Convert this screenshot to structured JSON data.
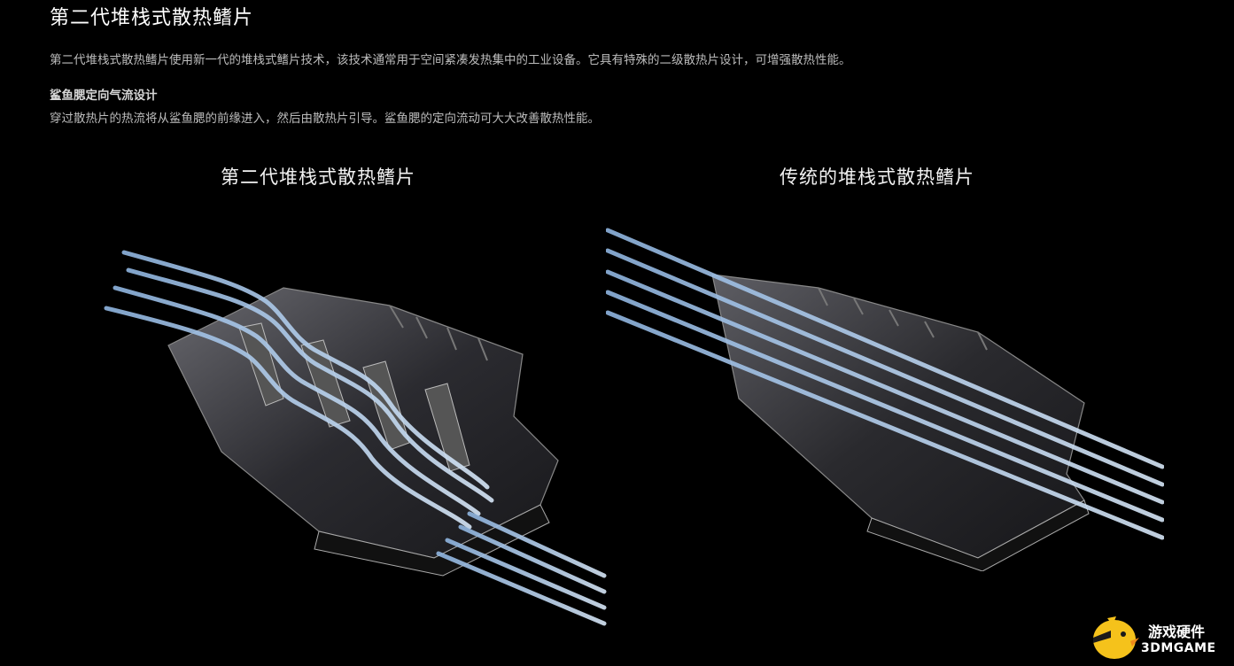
{
  "header": {
    "title": "第二代堆栈式散热鳍片",
    "description": "第二代堆栈式散热鳍片使用新一代的堆栈式鳍片技术，该技术通常用于空间紧凑发热集中的工业设备。它具有特殊的二级散热片设计，可增强散热性能。"
  },
  "section": {
    "heading": "鲨鱼腮定向气流设计",
    "description": "穿过散热片的热流将从鲨鱼腮的前缘进入，然后由散热片引导。鲨鱼腮的定向流动可大大改善散热性能。"
  },
  "panels": {
    "left_title": "第二代堆栈式散热鳍片",
    "right_title": "传统的堆栈式散热鳍片"
  },
  "colors": {
    "background": "#000000",
    "fin_dark": "#2a2a2d",
    "fin_edge": "#9a9a9a",
    "airflow": "#a9c6e8"
  },
  "watermark": {
    "cn": "游戏硬件",
    "en": "3DMGAME",
    "icon": "chick-mascot-icon"
  }
}
